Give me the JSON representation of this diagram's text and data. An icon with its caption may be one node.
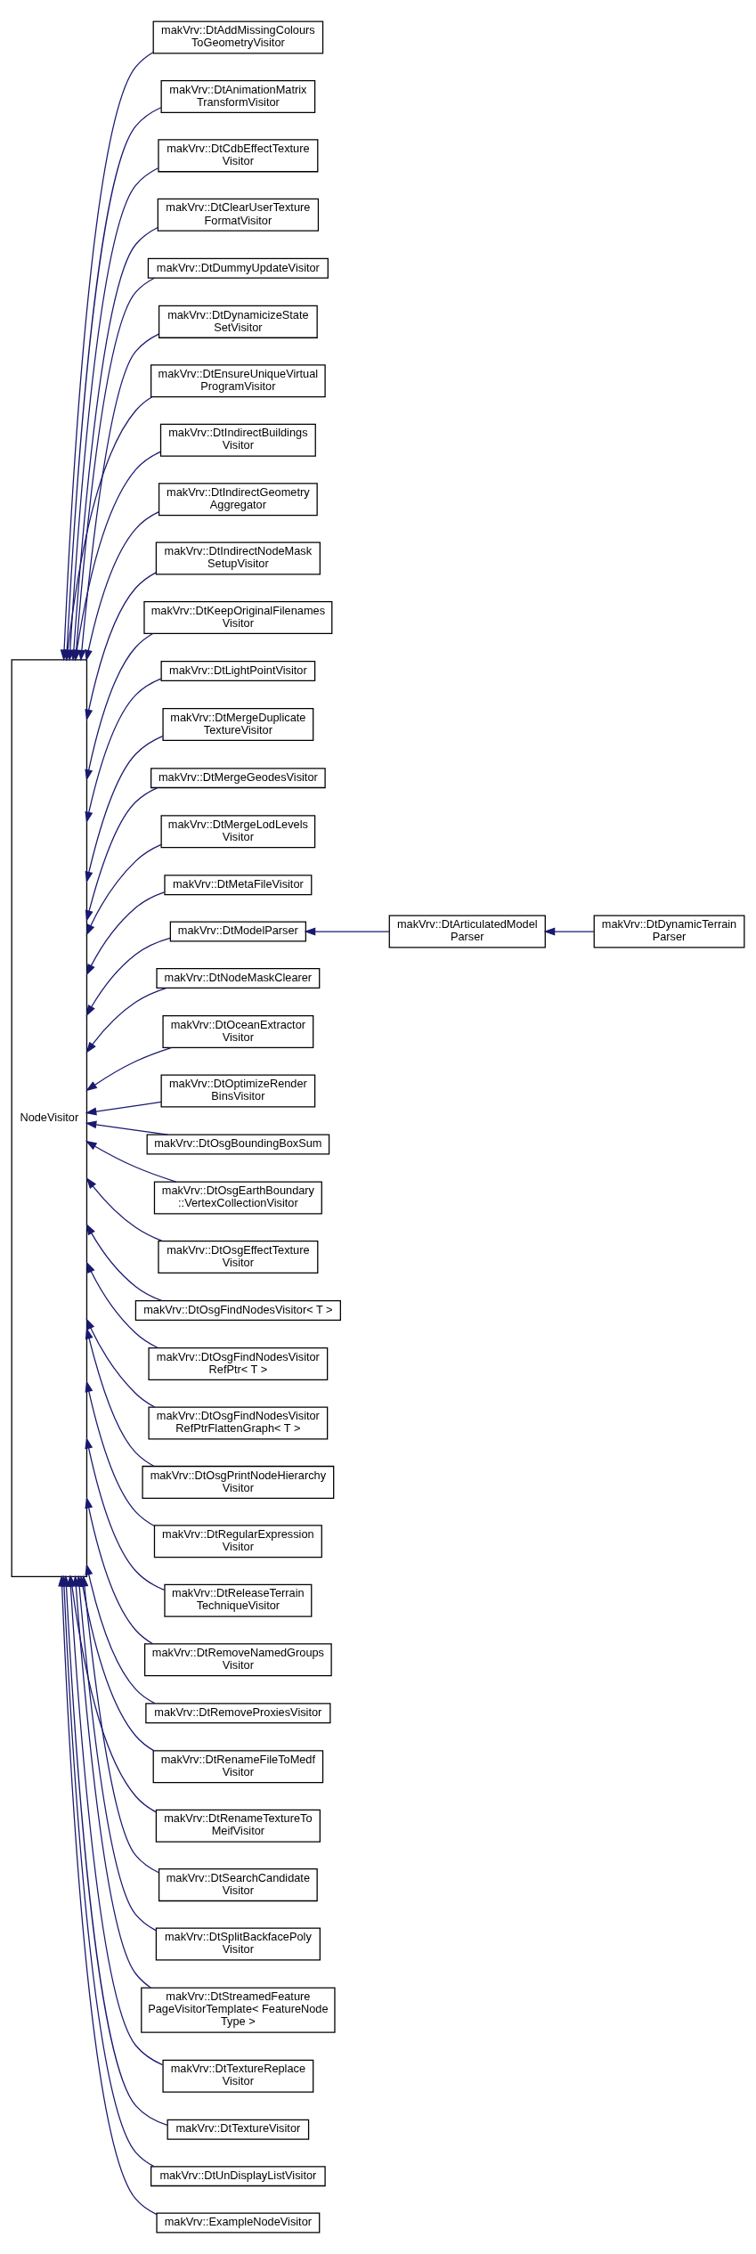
{
  "diagram": {
    "nodes": [
      {
        "text": [
          "NodeVisitor"
        ]
      },
      {
        "text": [
          "makVrv::DtAddMissingColours ToGeometryVisitor"
        ]
      },
      {
        "text": [
          "makVrv::DtAnimationMatrix TransformVisitor"
        ]
      },
      {
        "text": [
          "makVrv::DtCdbEffectTexture Visitor"
        ]
      },
      {
        "text": [
          "makVrv::DtClearUserTexture FormatVisitor"
        ]
      },
      {
        "text": [
          "makVrv::DtDummyUpdateVisitor"
        ]
      },
      {
        "text": [
          "makVrv::DtDynamicizeState SetVisitor"
        ]
      },
      {
        "text": [
          "makVrv::DtEnsureUniqueVirtual ProgramVisitor"
        ]
      },
      {
        "text": [
          "makVrv::DtIndirectBuildings Visitor"
        ]
      },
      {
        "text": [
          "makVrv::DtIndirectGeometry Aggregator"
        ]
      },
      {
        "text": [
          "makVrv::DtIndirectNodeMask SetupVisitor"
        ]
      },
      {
        "text": [
          "makVrv::DtKeepOriginalFilenames Visitor"
        ]
      },
      {
        "text": [
          "makVrv::DtLightPointVisitor"
        ]
      },
      {
        "text": [
          "makVrv::DtMergeDuplicate TextureVisitor"
        ]
      },
      {
        "text": [
          "makVrv::DtMergeGeodesVisitor"
        ]
      },
      {
        "text": [
          "makVrv::DtMergeLodLevels Visitor"
        ]
      },
      {
        "text": [
          "makVrv::DtMetaFileVisitor"
        ]
      },
      {
        "text": [
          "makVrv::DtModelParser"
        ]
      },
      {
        "text": [
          "makVrv::DtNodeMaskClearer"
        ]
      },
      {
        "text": [
          "makVrv::DtOceanExtractor Visitor"
        ]
      },
      {
        "text": [
          "makVrv::DtOptimizeRender BinsVisitor"
        ]
      },
      {
        "text": [
          "makVrv::DtOsgBoundingBoxSum"
        ]
      },
      {
        "text": [
          "makVrv::DtOsgEarthBoundary ::VertexCollectionVisitor"
        ]
      },
      {
        "text": [
          "makVrv::DtOsgEffectTexture Visitor"
        ]
      },
      {
        "text": [
          "makVrv::DtOsgFindNodesVisitor< T >"
        ]
      },
      {
        "text": [
          "makVrv::DtOsgFindNodesVisitor RefPtr< T >"
        ]
      },
      {
        "text": [
          "makVrv::DtOsgFindNodesVisitor RefPtrFlattenGraph< T >"
        ]
      },
      {
        "text": [
          "makVrv::DtOsgPrintNodeHierarchy Visitor"
        ]
      },
      {
        "text": [
          "makVrv::DtRegularExpression Visitor"
        ]
      },
      {
        "text": [
          "makVrv::DtReleaseTerrain TechniqueVisitor"
        ]
      },
      {
        "text": [
          "makVrv::DtRemoveNamedGroups Visitor"
        ]
      },
      {
        "text": [
          "makVrv::DtRemoveProxiesVisitor"
        ]
      },
      {
        "text": [
          "makVrv::DtRenameFileToMedf Visitor"
        ]
      },
      {
        "text": [
          "makVrv::DtRenameTextureTo MeifVisitor"
        ]
      },
      {
        "text": [
          "makVrv::DtSearchCandidate Visitor"
        ]
      },
      {
        "text": [
          "makVrv::DtSplitBackfacePoly Visitor"
        ]
      },
      {
        "text": [
          "makVrv::DtStreamedFeature PageVisitorTemplate< FeatureNode Type >"
        ]
      },
      {
        "text": [
          "makVrv::DtTextureReplace Visitor"
        ]
      },
      {
        "text": [
          "makVrv::DtTextureVisitor"
        ]
      },
      {
        "text": [
          "makVrv::DtUnDisplayListVisitor"
        ]
      },
      {
        "text": [
          "makVrv::ExampleNodeVisitor"
        ]
      },
      {
        "text": [
          "makVrv::DtArticulatedModel Parser"
        ]
      },
      {
        "text": [
          "makVrv::DtDynamicTerrain Parser"
        ]
      }
    ],
    "edges": [
      {
        "from": 1,
        "to": 0,
        "arrow": "to"
      },
      {
        "from": 2,
        "to": 0,
        "arrow": "to"
      },
      {
        "from": 3,
        "to": 0,
        "arrow": "to"
      },
      {
        "from": 4,
        "to": 0,
        "arrow": "to"
      },
      {
        "from": 5,
        "to": 0,
        "arrow": "to"
      },
      {
        "from": 6,
        "to": 0,
        "arrow": "to"
      },
      {
        "from": 7,
        "to": 0,
        "arrow": "to"
      },
      {
        "from": 8,
        "to": 0,
        "arrow": "to"
      },
      {
        "from": 9,
        "to": 0,
        "arrow": "to"
      },
      {
        "from": 10,
        "to": 0,
        "arrow": "to"
      },
      {
        "from": 11,
        "to": 0,
        "arrow": "to"
      },
      {
        "from": 12,
        "to": 0,
        "arrow": "to"
      },
      {
        "from": 13,
        "to": 0,
        "arrow": "to"
      },
      {
        "from": 14,
        "to": 0,
        "arrow": "to"
      },
      {
        "from": 15,
        "to": 0,
        "arrow": "to"
      },
      {
        "from": 16,
        "to": 0,
        "arrow": "to"
      },
      {
        "from": 17,
        "to": 0,
        "arrow": "to"
      },
      {
        "from": 18,
        "to": 0,
        "arrow": "to"
      },
      {
        "from": 19,
        "to": 0,
        "arrow": "to"
      },
      {
        "from": 20,
        "to": 0,
        "arrow": "to"
      },
      {
        "from": 21,
        "to": 0,
        "arrow": "to"
      },
      {
        "from": 22,
        "to": 0,
        "arrow": "to"
      },
      {
        "from": 23,
        "to": 0,
        "arrow": "to"
      },
      {
        "from": 24,
        "to": 0,
        "arrow": "to"
      },
      {
        "from": 25,
        "to": 0,
        "arrow": "to"
      },
      {
        "from": 26,
        "to": 0,
        "arrow": "to"
      },
      {
        "from": 27,
        "to": 0,
        "arrow": "to"
      },
      {
        "from": 28,
        "to": 0,
        "arrow": "to"
      },
      {
        "from": 29,
        "to": 0,
        "arrow": "to"
      },
      {
        "from": 30,
        "to": 0,
        "arrow": "to"
      },
      {
        "from": 31,
        "to": 0,
        "arrow": "to"
      },
      {
        "from": 32,
        "to": 0,
        "arrow": "to"
      },
      {
        "from": 33,
        "to": 0,
        "arrow": "to"
      },
      {
        "from": 34,
        "to": 0,
        "arrow": "to"
      },
      {
        "from": 35,
        "to": 0,
        "arrow": "to"
      },
      {
        "from": 36,
        "to": 0,
        "arrow": "to"
      },
      {
        "from": 37,
        "to": 0,
        "arrow": "to"
      },
      {
        "from": 38,
        "to": 0,
        "arrow": "to"
      },
      {
        "from": 39,
        "to": 0,
        "arrow": "to"
      },
      {
        "from": 40,
        "to": 0,
        "arrow": "to"
      },
      {
        "from": 41,
        "to": 17,
        "arrow": "to"
      },
      {
        "from": 42,
        "to": 41,
        "arrow": "to"
      }
    ]
  }
}
